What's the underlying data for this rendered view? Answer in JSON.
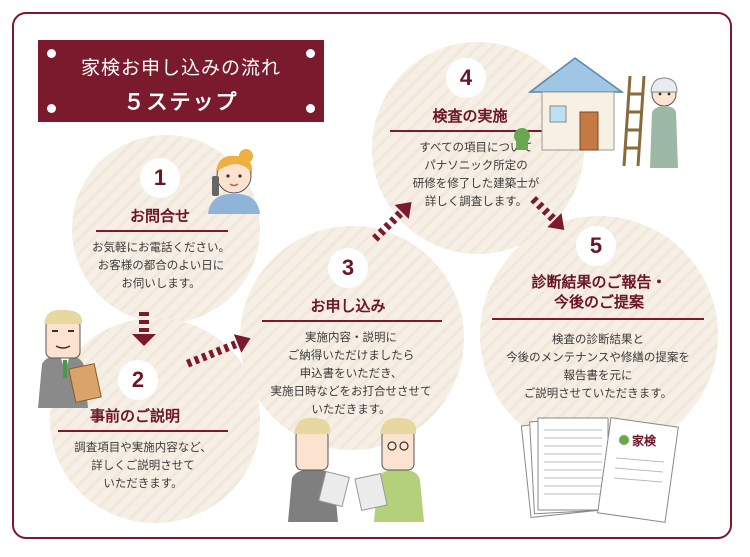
{
  "title": {
    "line1": "家検お申し込みの流れ",
    "line2": "５ステップ"
  },
  "steps": [
    {
      "number": "1",
      "title": "お問合せ",
      "lines": [
        "お気軽にお電話ください。",
        "お客様の都合のよい日に",
        "お伺いします。"
      ]
    },
    {
      "number": "2",
      "title": "事前のご説明",
      "lines": [
        "調査項目や実施内容など、",
        "詳しくご説明させて",
        "いただきます。"
      ]
    },
    {
      "number": "3",
      "title": "お申し込み",
      "lines": [
        "実施内容・説明に",
        "ご納得いただけましたら",
        "申込書をいただき、",
        "実施日時などをお打合せさせて",
        "いただきます。"
      ]
    },
    {
      "number": "4",
      "title": "検査の実施",
      "lines": [
        "すべての項目について",
        "パナソニック所定の",
        "研修を修了した建築士が",
        "詳しく調査します。"
      ]
    },
    {
      "number": "5",
      "title_lines": [
        "診断結果のご報告・",
        "今後のご提案"
      ],
      "lines": [
        "検査の診断結果と",
        "今後のメンテナンスや修繕の提案を",
        "報告書を元に",
        "ご説明させていただきます。"
      ]
    }
  ],
  "report_logo": "家検",
  "colors": {
    "accent": "#7a1a2c",
    "circle": "#f4ece2"
  },
  "icons": [
    "woman-phone-icon",
    "man-clipboard-icon",
    "house-icon",
    "inspector-icon",
    "two-men-documents-icon",
    "report-documents-icon",
    "dotted-arrow-icon"
  ]
}
